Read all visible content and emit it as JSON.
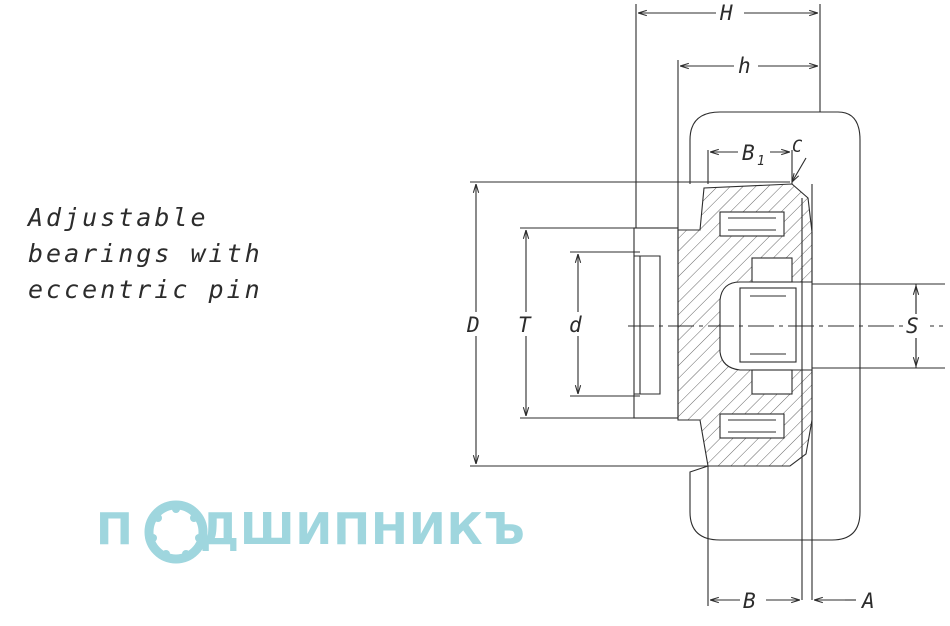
{
  "caption": {
    "lines": [
      "Adjustable",
      "bearings with",
      "eccentric pin"
    ]
  },
  "dimensions": {
    "H": "H",
    "h": "h",
    "B1_base": "B",
    "B1_sub": "1",
    "C": "C",
    "D": "D",
    "T": "T",
    "d": "d",
    "S": "S",
    "B": "B",
    "A": "A"
  },
  "logo": {
    "left": "П",
    "right": "ДШИПНИКЪ",
    "mark": "bearing-ring"
  },
  "colors": {
    "line": "#2c2c2c",
    "logo": "#9fd6de"
  }
}
